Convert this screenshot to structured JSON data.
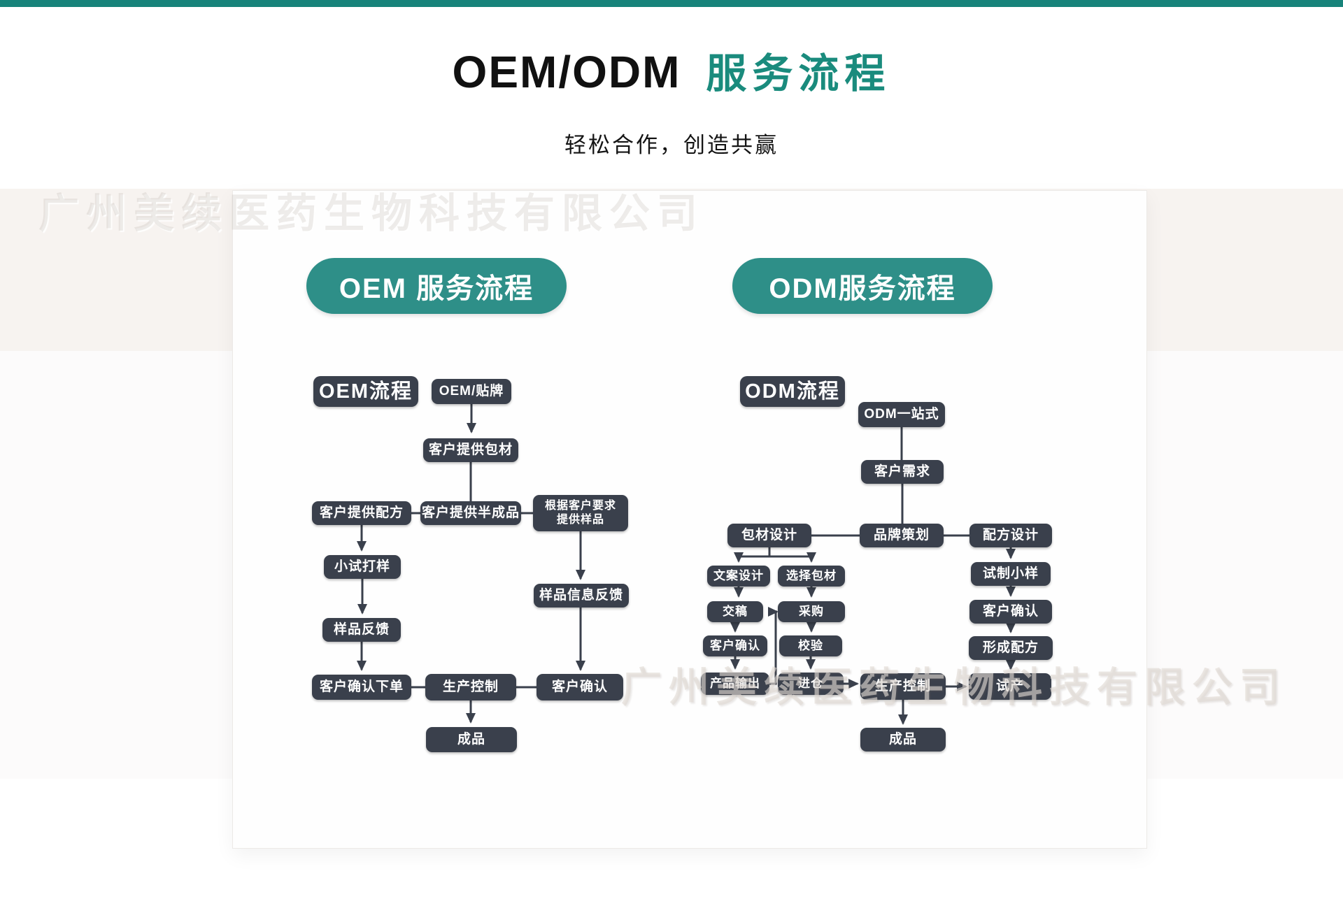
{
  "header": {
    "title_en": "OEM/ODM",
    "title_zh": "服务流程",
    "subtitle": "轻松合作，创造共赢"
  },
  "watermark": {
    "text": "广州美续医药生物科技有限公司"
  },
  "colors": {
    "topbar": "#17837a",
    "pill_teal": "#2e8f88",
    "title_teal": "#1a8b7d",
    "node_dark": "#3a404c"
  },
  "oem": {
    "pill": "OEM 服务流程",
    "nodes": {
      "label": "OEM流程",
      "tiepai": "OEM/贴牌",
      "baocai": "客户提供包材",
      "peifang": "客户提供配方",
      "bancheng": "客户提供半成品",
      "genju_l1": "根据客户要求",
      "genju_l2": "提供样品",
      "xiaoshi": "小试打样",
      "yp_fankui": "样品反馈",
      "yp_xinxi": "样品信息反馈",
      "queren_xiadan": "客户确认下单",
      "shengchan": "生产控制",
      "kh_queren": "客户确认",
      "chengpin": "成品"
    }
  },
  "odm": {
    "pill": "ODM服务流程",
    "nodes": {
      "label": "ODM流程",
      "yizhanshi": "ODM一站式",
      "xuqiu": "客户需求",
      "baocai_sheji": "包材设计",
      "pinpai": "品牌策划",
      "peifang_sheji": "配方设计",
      "wenan": "文案设计",
      "xuanze": "选择包材",
      "jiaogao": "交稿",
      "caigou": "采购",
      "kh_queren1": "客户确认",
      "jiaoyan": "校验",
      "chanpin_shuchu": "产品输出",
      "jincang": "进仓",
      "shengchan": "生产控制",
      "shichan": "试产",
      "shizhi": "试制小样",
      "kh_queren2": "客户确认",
      "xingcheng": "形成配方",
      "chengpin": "成品"
    }
  }
}
